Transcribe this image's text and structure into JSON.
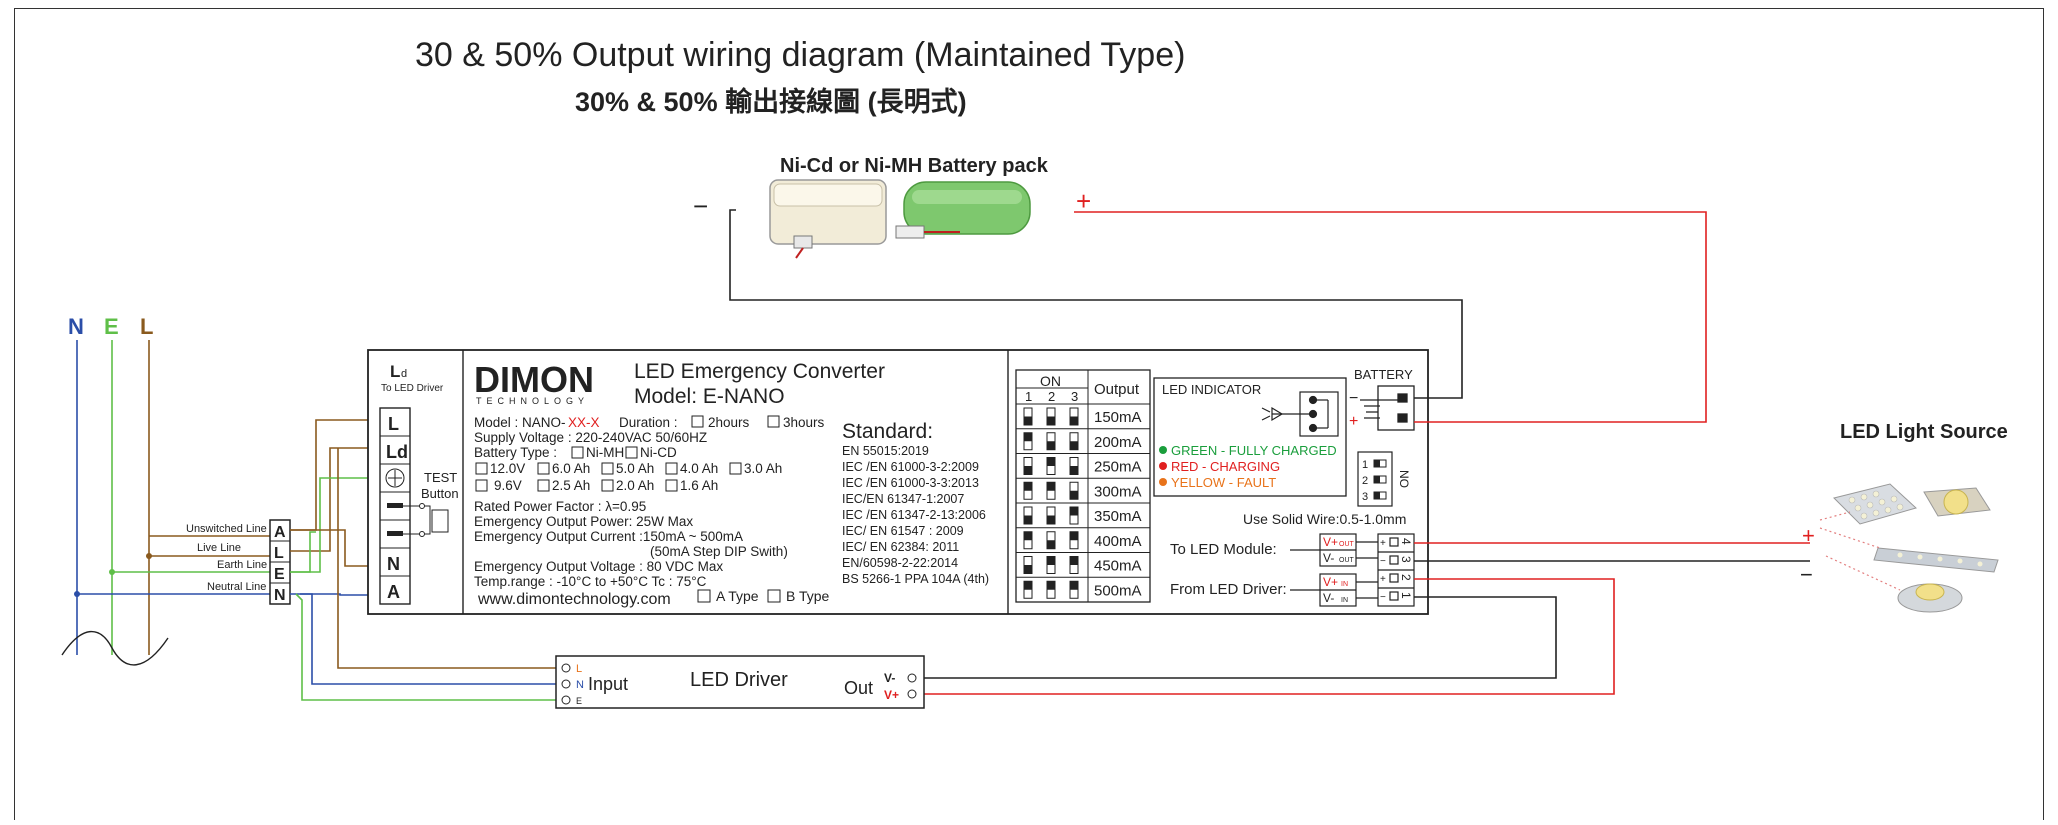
{
  "title": "30 & 50% Output wiring diagram (Maintained Type)",
  "subtitle": "30% & 50% 輸出接線圖 (長明式)",
  "battery_pack_label": "Ni-Cd or Ni-MH Battery pack",
  "minus": "−",
  "plus": "+",
  "mains": {
    "n": "N",
    "e": "E",
    "l": "L"
  },
  "lines": {
    "unswitched": "Unswitched Line",
    "live": "Live Line",
    "earth": "Earth Line",
    "neutral": "Neutral Line"
  },
  "alen": [
    "A",
    "L",
    "E",
    "N"
  ],
  "left_panel": {
    "ld": "L",
    "ld_sub": "d",
    "to_led_driver": "To LED Driver",
    "terminals": [
      "L",
      "Ld",
      "⊕",
      "",
      "",
      "N",
      "A"
    ],
    "test": "TEST",
    "button": "Button"
  },
  "brand": {
    "name": "DIMON",
    "tech": "TECHNOLOGY"
  },
  "product": {
    "line1": "LED Emergency Converter",
    "line2": "Model: E-NANO"
  },
  "specs": {
    "model_prefix": "Model : NANO-",
    "model_code": "XX-X",
    "duration": "Duration :",
    "h2": "2hours",
    "h3": "3hours",
    "supply": "Supply Voltage : 220-240VAC 50/60HZ",
    "battery_type": "Battery Type :",
    "nimh": "Ni-MH",
    "nicd": "Ni-CD",
    "row1": [
      "12.0V",
      "6.0 Ah",
      "5.0 Ah",
      "4.0 Ah",
      "3.0 Ah"
    ],
    "row2": [
      "9.6V",
      "2.5 Ah",
      "2.0 Ah",
      "1.6 Ah"
    ],
    "pf": "Rated Power Factor : λ=0.95",
    "power": "Emergency Output Power: 25W Max",
    "current": "Emergency Output Current :150mA ~ 500mA",
    "step": "(50mA Step DIP Swith)",
    "voltage": "Emergency Output Voltage : 80 VDC Max",
    "temp": "Temp.range : -10°C to +50°C Tc : 75°C",
    "web": "www.dimontechnology.com",
    "atype": "A Type",
    "btype": "B Type"
  },
  "standard": {
    "title": "Standard:",
    "items": [
      "EN 55015:2019",
      "IEC /EN 61000-3-2:2009",
      "IEC /EN 61000-3-3:2013",
      "IEC/EN 61347-1:2007",
      "IEC /EN 61347-2-13:2006",
      "IEC/ EN 61547 : 2009",
      "IEC/ EN 62384: 2011",
      "EN/60598-2-22:2014",
      "BS 5266-1 PPA 104A (4th)"
    ]
  },
  "dip_table": {
    "on": "ON",
    "cols": [
      "1",
      "2",
      "3"
    ],
    "output": "Output",
    "rows": [
      {
        "value": "150mA",
        "pattern": [
          0,
          0,
          0
        ]
      },
      {
        "value": "200mA",
        "pattern": [
          1,
          0,
          0
        ]
      },
      {
        "value": "250mA",
        "pattern": [
          0,
          1,
          0
        ]
      },
      {
        "value": "300mA",
        "pattern": [
          1,
          1,
          0
        ]
      },
      {
        "value": "350mA",
        "pattern": [
          0,
          0,
          1
        ]
      },
      {
        "value": "400mA",
        "pattern": [
          1,
          0,
          1
        ]
      },
      {
        "value": "450mA",
        "pattern": [
          0,
          1,
          1
        ]
      },
      {
        "value": "500mA",
        "pattern": [
          1,
          1,
          1
        ]
      }
    ]
  },
  "led_indicator": {
    "title": "LED INDICATOR",
    "green": "GREEN - FULLY CHARGED",
    "red": "RED - CHARGING",
    "yellow": "YELLOW - FAULT",
    "colors": {
      "green": "#1a9e3c",
      "red": "#e02020",
      "yellow": "#e8731a"
    }
  },
  "battery": {
    "label": "BATTERY",
    "minus": "−",
    "plus": "+"
  },
  "switch": {
    "nums": [
      "1",
      "2",
      "3"
    ],
    "no": "NO"
  },
  "solid_wire": "Use Solid Wire:0.5-1.0mm",
  "to_led_module": "To LED Module:",
  "from_led_driver": "From LED Driver:",
  "vplus_out": "V+",
  "vminus_out": "V-",
  "out": "OUT",
  "in": "IN",
  "term_nums": [
    "4",
    "3",
    "2",
    "1"
  ],
  "term_signs": [
    "+",
    "−",
    "+",
    "−"
  ],
  "driver": {
    "title": "LED Driver",
    "input": "Input",
    "l": "L",
    "n": "N",
    "e": "E",
    "out": "Out",
    "vminus": "V-",
    "vplus": "V+"
  },
  "light_source": "LED Light Source",
  "colors": {
    "red": "#e02020",
    "blue": "#2b4ea8",
    "green": "#5fbf48",
    "brown": "#8a5a1e",
    "dark": "#222222"
  }
}
